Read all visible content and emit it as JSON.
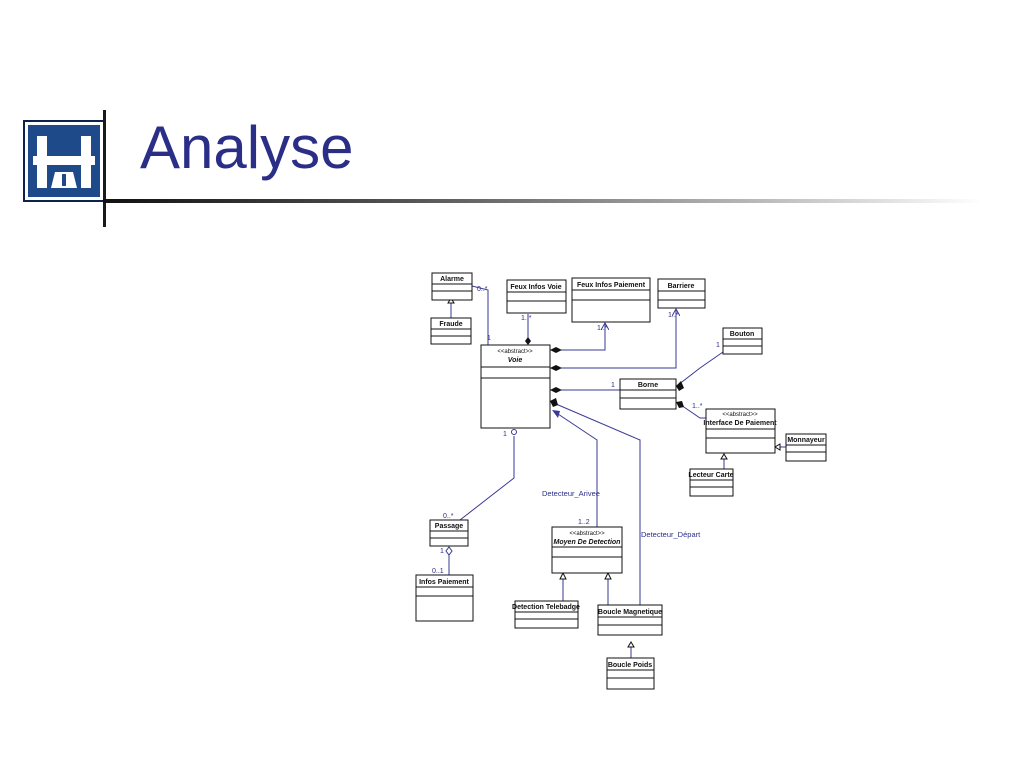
{
  "slide": {
    "title": "Analyse",
    "colors": {
      "title": "#2b2e87",
      "logo_bg": "#1e4a8a",
      "connector": "#3a3a96"
    },
    "logo_icon": "motorway-sign-icon"
  },
  "diagram": {
    "classes": {
      "alarme": {
        "name": "Alarme"
      },
      "fraude": {
        "name": "Fraude"
      },
      "feux_infos_voie": {
        "name": "Feux Infos Voie"
      },
      "feux_infos_paiement": {
        "name": "Feux Infos Paiement"
      },
      "barriere": {
        "name": "Barriere"
      },
      "bouton": {
        "name": "Bouton"
      },
      "voie": {
        "stereotype": "<<abstract>>",
        "name": "Voie"
      },
      "borne": {
        "name": "Borne"
      },
      "interface_paiement": {
        "stereotype": "<<abstract>>",
        "name": "Interface De Paiement"
      },
      "monnayeur": {
        "name": "Monnayeur"
      },
      "lecteur_carte": {
        "name": "Lecteur Carte"
      },
      "passage": {
        "name": "Passage"
      },
      "infos_paiement": {
        "name": "Infos Paiement"
      },
      "moyen_detection": {
        "stereotype": "<<abstract>>",
        "name": "Moyen De Detection"
      },
      "detection_telebadge": {
        "name": "Detection Telebadge"
      },
      "boucle_magnetique": {
        "name": "Boucle Magnetique"
      },
      "boucle_poids": {
        "name": "Boucle Poids"
      }
    },
    "multiplicities": {
      "alarme_voie_many": "0..*",
      "alarme_voie_one": "1",
      "feux_voie": "1..*",
      "feux_paiement": "1..*",
      "barriere": "1..*",
      "bouton": "1",
      "borne_one": "1",
      "interface_many": "1..*",
      "voie_passage_one": "1",
      "passage_many": "0..*",
      "passage_one": "1",
      "infos_paiement": "0..1",
      "detection_range": "1..2"
    },
    "roles": {
      "detecteur_arrivee": "Detecteur_Arivee",
      "detecteur_depart": "Detecteur_Départ"
    }
  }
}
